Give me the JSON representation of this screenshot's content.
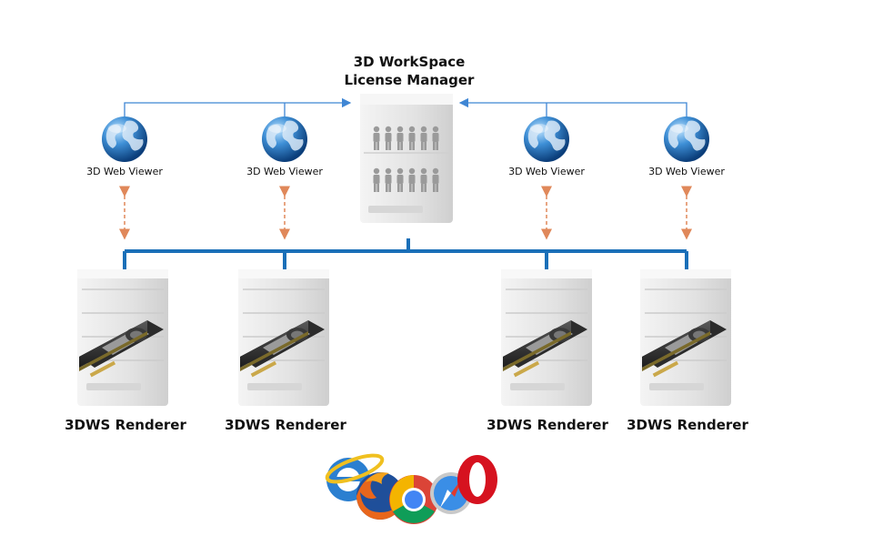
{
  "license_manager": {
    "title_line1": "3D WorkSpace",
    "title_line2": "License Manager"
  },
  "viewers": [
    {
      "label": "3D Web Viewer"
    },
    {
      "label": "3D Web Viewer"
    },
    {
      "label": "3D Web Viewer"
    },
    {
      "label": "3D Web Viewer"
    }
  ],
  "renderers": [
    {
      "label": "3DWS Renderer"
    },
    {
      "label": "3DWS Renderer"
    },
    {
      "label": "3DWS Renderer"
    },
    {
      "label": "3DWS Renderer"
    }
  ],
  "browsers": [
    "internet-explorer-icon",
    "firefox-icon",
    "chrome-icon",
    "safari-icon",
    "opera-icon"
  ],
  "colors": {
    "bus": "#1a6fb8",
    "connector": "#3f86d4",
    "dashed_arrow": "#e0885a",
    "server": "#e6e6e6",
    "server_dark": "#cfcfcf"
  }
}
